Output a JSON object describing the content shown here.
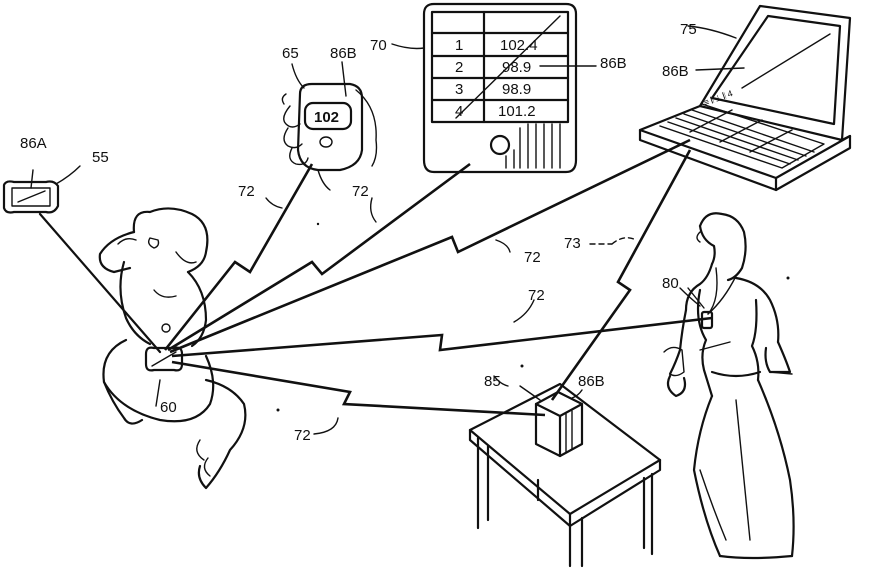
{
  "labels": {
    "sensor_display": "86A",
    "wrist_monitor": "55",
    "pager": "65",
    "pager_reading": "86B",
    "pda": "70",
    "pda_reading": "86B",
    "laptop": "75",
    "laptop_reading": "86B",
    "link_pager": "72",
    "link_pda": "72",
    "link_laptop": "72",
    "link_caregiver": "72",
    "link_base": "72",
    "relay_link": "73",
    "caregiver_device": "80",
    "base_station": "85",
    "base_reading": "86B",
    "infant": "60"
  },
  "pager_value": "102",
  "pda_table": {
    "rows": [
      {
        "index": "1",
        "value": "102.4"
      },
      {
        "index": "2",
        "value": "98.9"
      },
      {
        "index": "3",
        "value": "98.9"
      },
      {
        "index": "4",
        "value": "101.2"
      }
    ]
  },
  "laptop_keys_text": "≡ 𝄃 ⊥ 𝄃 4"
}
